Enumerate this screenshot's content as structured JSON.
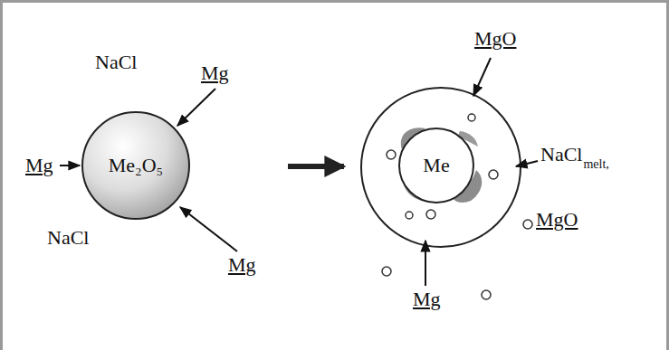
{
  "diagram": {
    "nodes": [
      {
        "text": [
          "Me₂O₅"
        ]
      },
      {
        "text": [
          "Me"
        ]
      }
    ],
    "labels": [
      "NaCl",
      "Mg",
      "Mg",
      "NaCl",
      "Mg",
      "MgO",
      "NaCl",
      "melt,",
      "MgO",
      "Mg"
    ]
  }
}
